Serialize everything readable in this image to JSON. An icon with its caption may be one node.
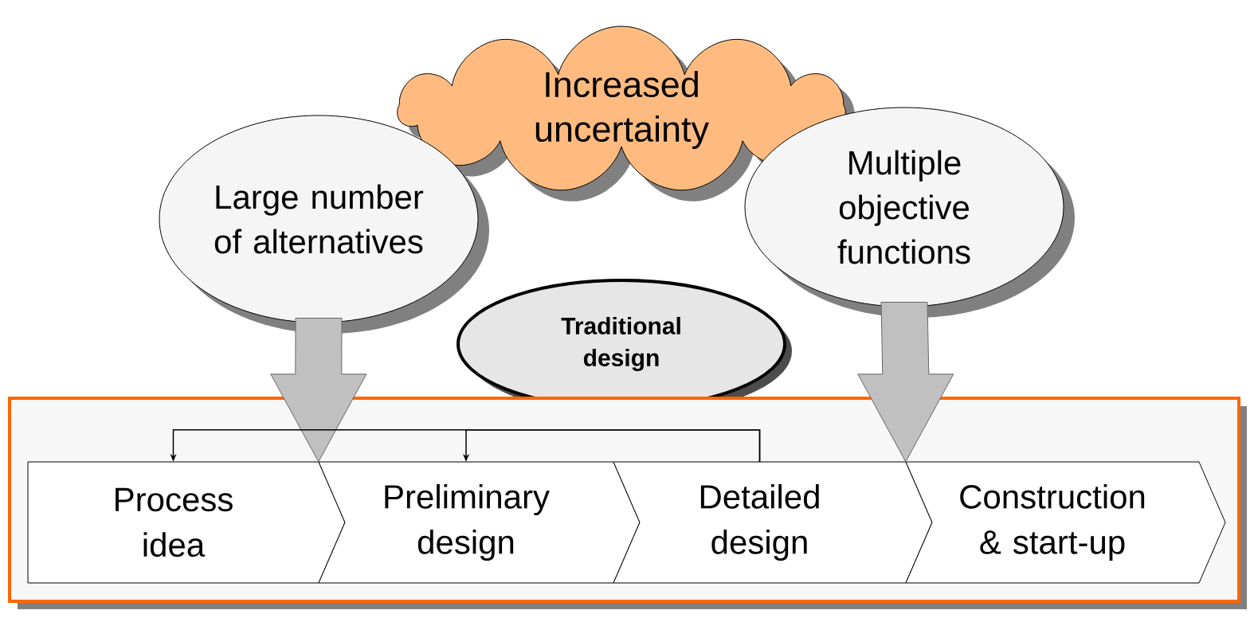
{
  "diagram": {
    "nodes": [
      {
        "text": [
          "Increased uncertainty"
        ]
      },
      {
        "text": [
          "Large number of alternatives"
        ]
      },
      {
        "text": [
          "Multiple objective functions"
        ]
      },
      {
        "text": [
          "Traditional design"
        ]
      },
      {
        "text": [],
        "shape": "box"
      },
      {
        "text": [
          "Process idea"
        ],
        "in": 4
      },
      {
        "text": [
          "Preliminary design"
        ],
        "in": 4
      },
      {
        "text": [
          "Detailed design"
        ],
        "in": 4
      },
      {
        "text": [
          "Construction & start-up"
        ],
        "in": 4
      }
    ],
    "edges": [
      {
        "from": 1,
        "to": 6,
        "arrow": "to",
        "style": "thick",
        "color": "#c0c0c0"
      },
      {
        "from": 2,
        "to": 8,
        "arrow": "to",
        "style": "thick",
        "color": "#c0c0c0"
      },
      {
        "from": 7,
        "to": 5,
        "arrow": "to"
      },
      {
        "from": 7,
        "to": 6,
        "arrow": "to"
      }
    ]
  }
}
